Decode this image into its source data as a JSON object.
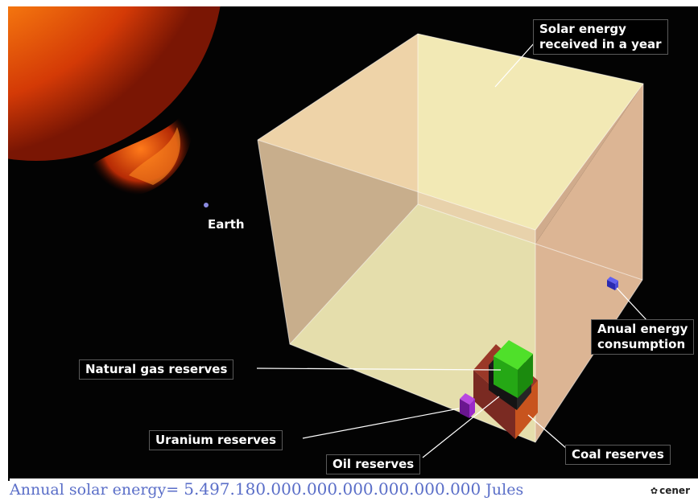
{
  "labels": {
    "solar_year_line1": "Solar energy",
    "solar_year_line2": "received in a year",
    "earth": "Earth",
    "annual_consumption_line1": "Anual energy",
    "annual_consumption_line2": "consumption",
    "natural_gas": "Natural gas reserves",
    "uranium": "Uranium reserves",
    "oil": "Oil reserves",
    "coal": "Coal reserves"
  },
  "footer": {
    "formula_prefix": "Annual solar energy=",
    "formula_value": "5.497.180.000.000.000.000.000.000",
    "formula_unit": "Jules",
    "brand": "cener"
  },
  "colors": {
    "background": "#030303",
    "cube_face": "#f3ecb7",
    "cube_side": "#f4c9a4",
    "natural_gas": "#33c81f",
    "uranium": "#7a1aa0",
    "oil": "#111111",
    "coal": "#7a2a22",
    "annual_consumption": "#2a2ab0",
    "earth_dot": "#8a8ae0",
    "formula_text": "#5a6ec8"
  }
}
